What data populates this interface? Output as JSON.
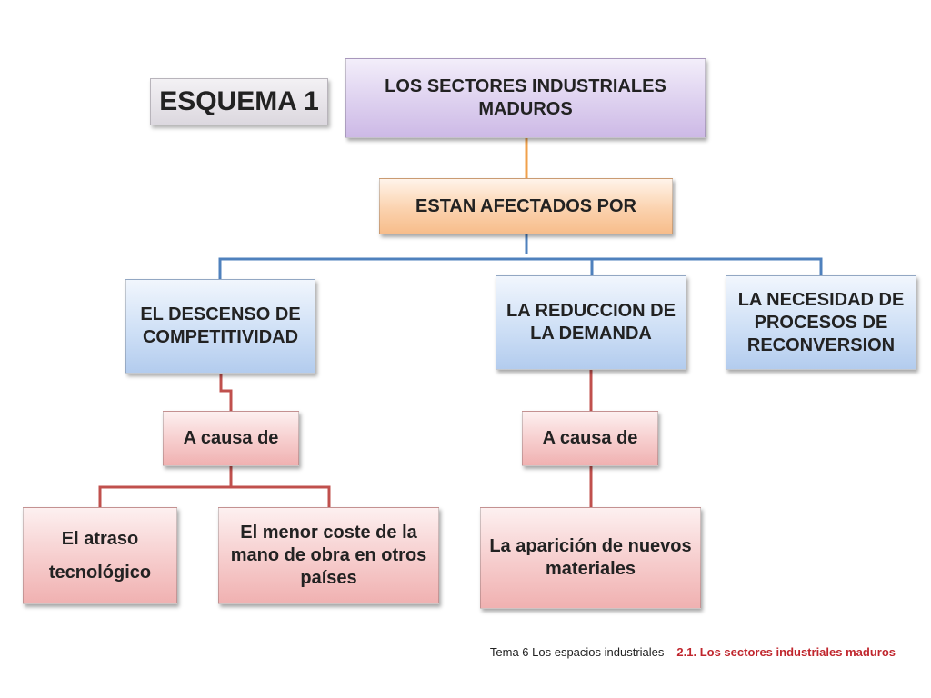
{
  "title": "ESQUEMA 1",
  "root": "LOS SECTORES INDUSTRIALES MADUROS",
  "relation": "ESTAN AFECTADOS POR",
  "causes": [
    {
      "label": "EL DESCENSO DE COMPETITIVIDAD",
      "connector": "A causa de",
      "reasons": [
        "El atraso tecnológico",
        "El menor coste de la mano de obra en otros países"
      ]
    },
    {
      "label": "LA REDUCCION DE LA DEMANDA",
      "connector": "A causa de",
      "reasons": [
        "La aparición de nuevos materiales"
      ]
    },
    {
      "label": "LA NECESIDAD DE PROCESOS DE RECONVERSION"
    }
  ],
  "footer": {
    "topic": "Tema 6 Los espacios industriales",
    "section": "2.1. Los sectores industriales maduros"
  },
  "colors": {
    "root": "#ddd0ef",
    "relation": "#fbd2ae",
    "cause": "#cfe0f6",
    "reason": "#f6cccc",
    "line_orange": "#f0a04b",
    "line_blue": "#4f81bd",
    "line_red": "#c0504d"
  }
}
